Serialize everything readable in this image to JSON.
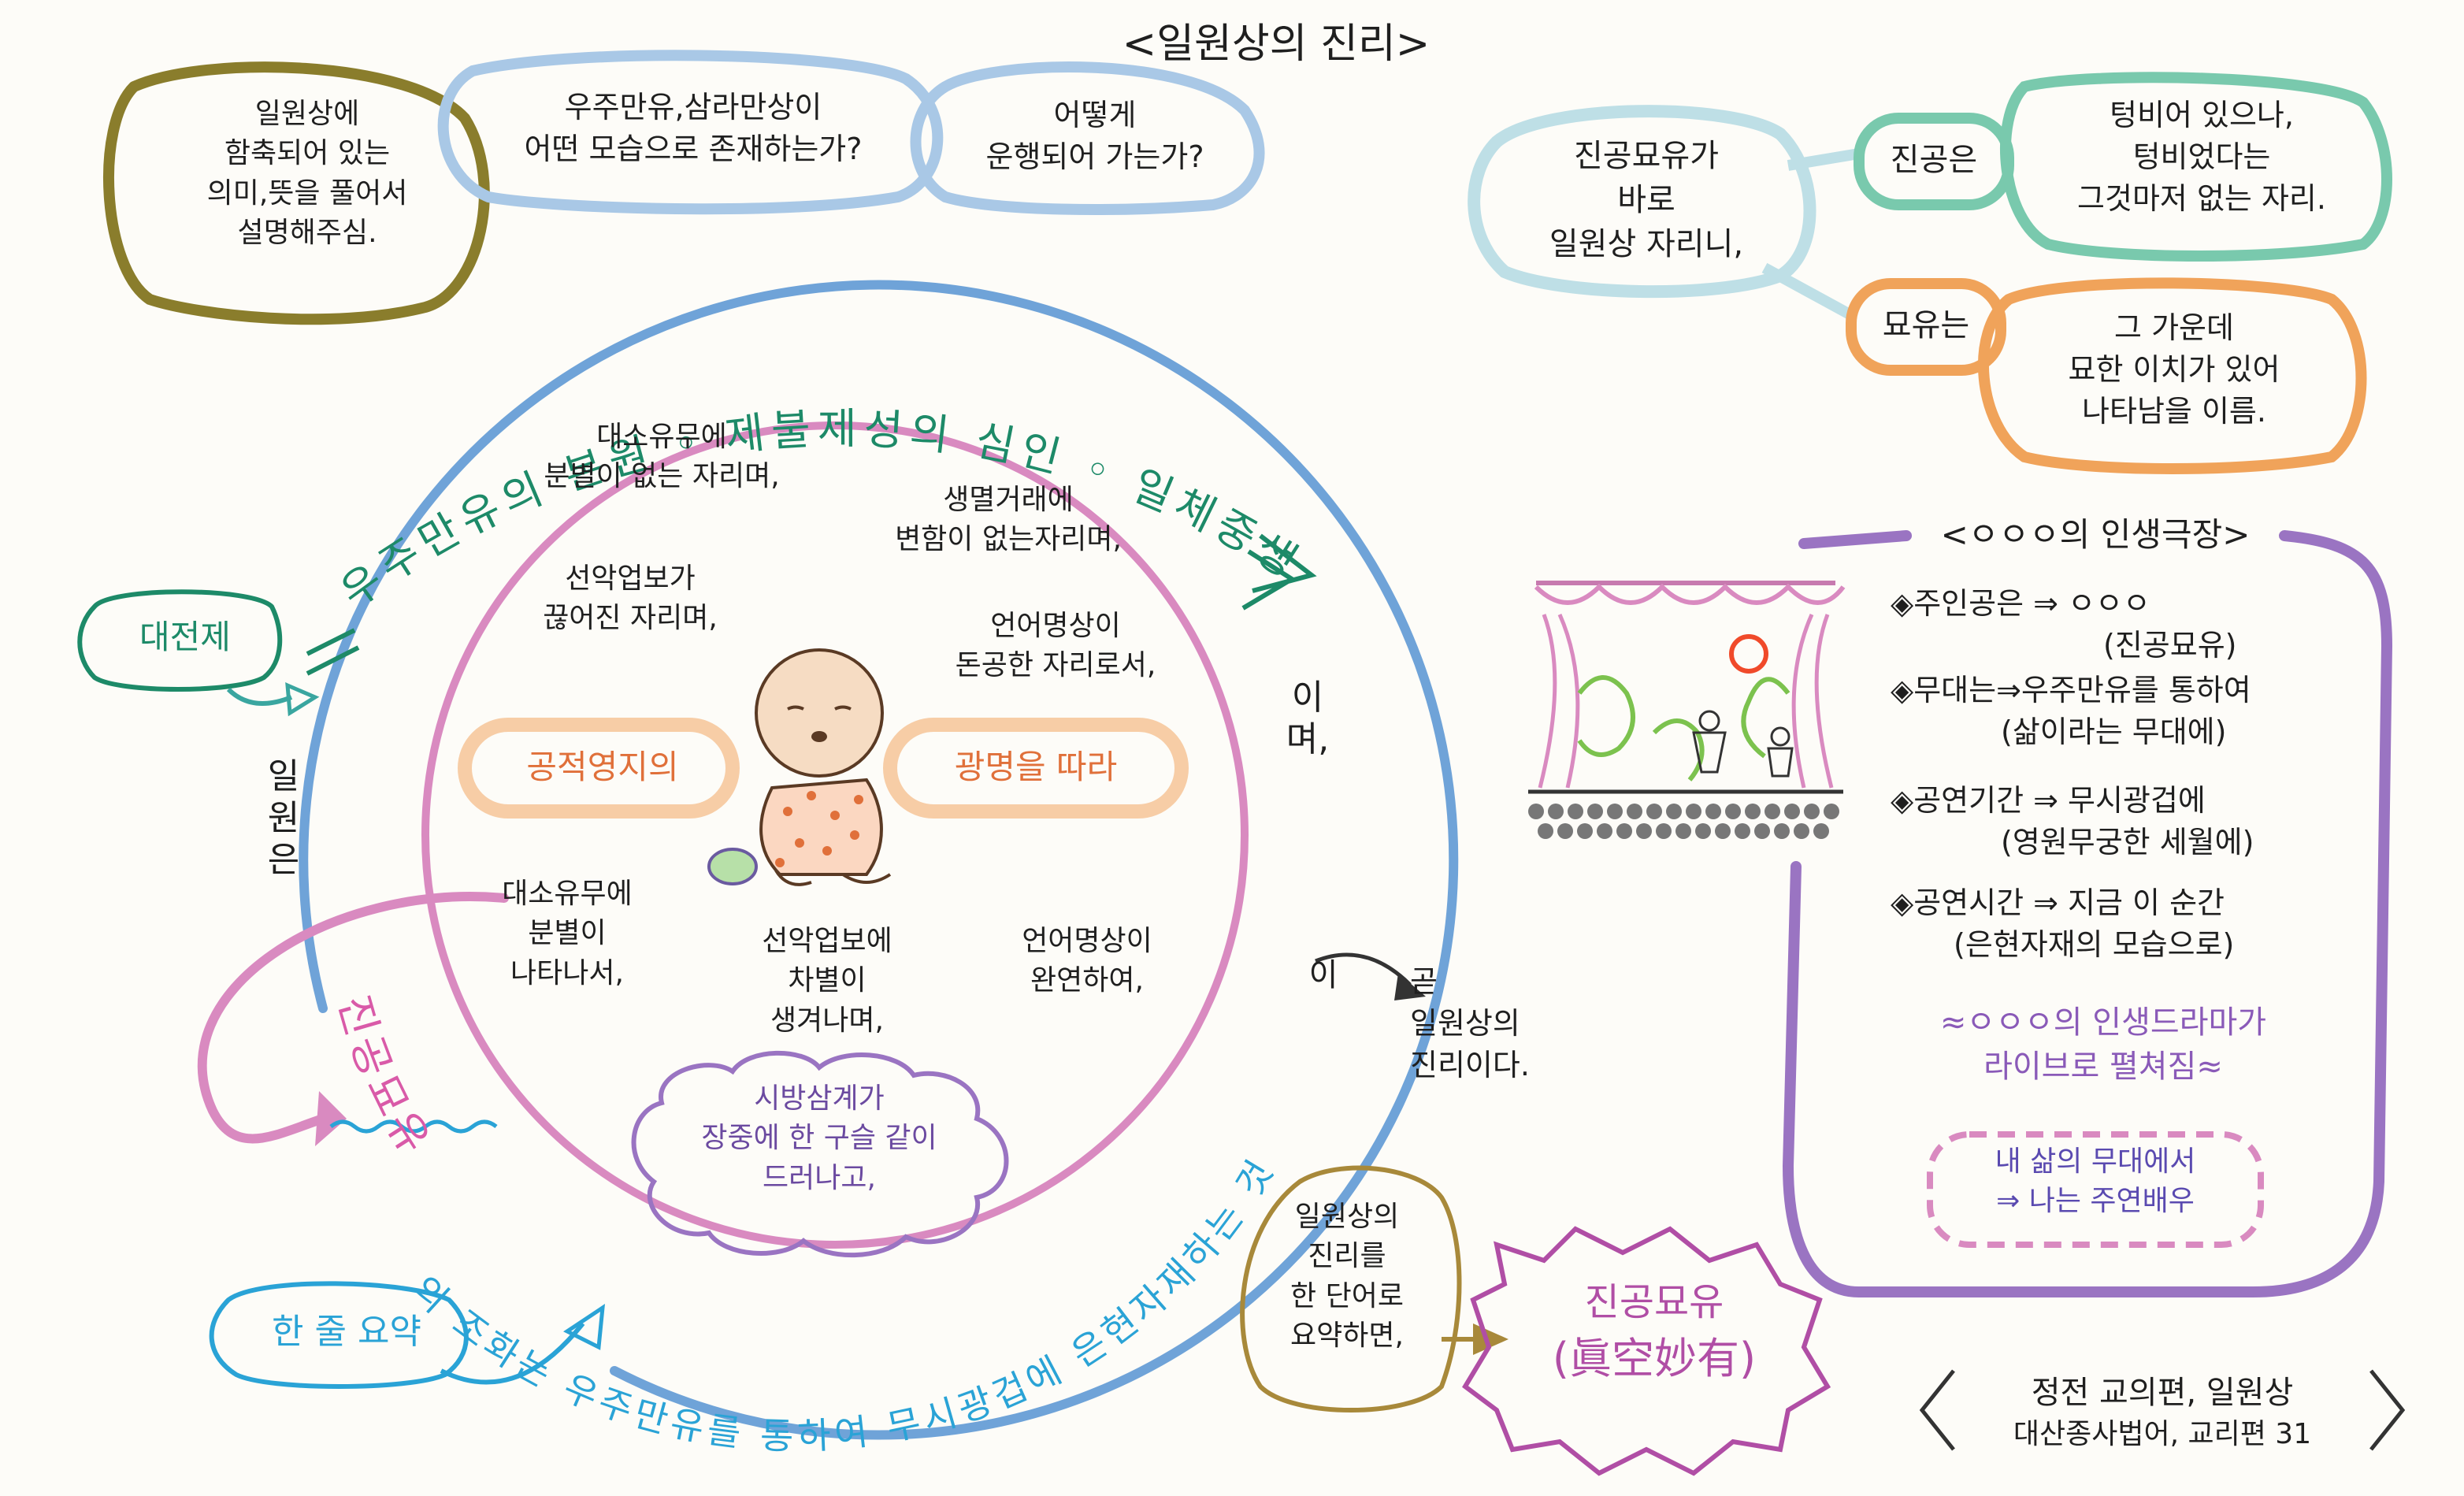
{
  "title": "<일원상의 진리>",
  "top_notes": {
    "note_olive": [
      "일원상에",
      "함축되어 있는",
      "의미,뜻을 풀어서",
      "설명해주심."
    ],
    "note_blue1": [
      "우주만유,삼라만상이",
      "어떤 모습으로 존재하는가?"
    ],
    "note_blue2": [
      "어떻게",
      "운행되어 가는가?"
    ]
  },
  "left_labels": {
    "premise": "대전제",
    "subject": "일원은",
    "summary": "한 줄 요약"
  },
  "arc_text": "우주만유의 본원 ◦ 제불제성의 심인 ◦ 일체중생의 본성",
  "arc_suffix": "이며,",
  "inner_texts": {
    "t1": [
      "대소유무에",
      "분별이 없는 자리며,"
    ],
    "t2": [
      "생멸거래에",
      "변함이 없는자리며,"
    ],
    "t3": [
      "선악업보가",
      "끊어진 자리며,"
    ],
    "t4": [
      "언어명상이",
      "돈공한 자리로서,"
    ],
    "t5": [
      "대소유무에",
      "분별이",
      "나타나서,"
    ],
    "t6": [
      "선악업보에",
      "차별이",
      "생겨나며,"
    ],
    "t7": [
      "언어명상이",
      "완연하여,"
    ]
  },
  "pill_left": "공적영지의",
  "pill_right": "광명을 따라",
  "cloud_text": [
    "시방삼계가",
    "장중에 한 구슬 같이",
    "드러나고,"
  ],
  "pink_arc": "진공묘유",
  "bottom_arc": "의 조화는 우주만유를 통하여 무시광겁에 은현자재하는 것",
  "bottom_suffix": "이",
  "conclusion": [
    "곧",
    "일원상의",
    "진리이다."
  ],
  "bottom_center": {
    "left_text": [
      "일원상의",
      "진리를",
      "한 단어로",
      "요약하면,"
    ],
    "burst_text": [
      "진공묘유",
      "(眞空妙有)"
    ]
  },
  "right_top": {
    "main": [
      "진공묘유가",
      "바로",
      "일원상 자리니,"
    ],
    "jingong_label": "진공은",
    "jingong_text": [
      "텅비어 있으나,",
      "텅비었다는",
      "그것마저 없는 자리."
    ],
    "myoyu_label": "묘유는",
    "myoyu_text": [
      "그 가운데",
      "묘한 이치가 있어",
      "나타남을 이름."
    ]
  },
  "theater": {
    "title": "<ㅇㅇㅇ의 인생극장>",
    "items": [
      {
        "label": "◈주인공은 ⇒",
        "value": "ㅇㅇㅇ",
        "sub": "(진공묘유)"
      },
      {
        "label": "◈무대는⇒우주만유를 통하여",
        "sub": "(삶이라는 무대에)"
      },
      {
        "label": "◈공연기간 ⇒ 무시광겁에",
        "sub": "(영원무궁한 세월에)"
      },
      {
        "label": "◈공연시간 ⇒ 지금 이 순간",
        "sub": "(은현자재의 모습으로)"
      }
    ],
    "drama": [
      "≈ㅇㅇㅇ의 인생드라마가",
      "라이브로 펼쳐짐≈"
    ],
    "stage_note": [
      "내 삶의 무대에서",
      "⇒ 나는 주연배우"
    ]
  },
  "source": [
    "정전 교의편, 일원상",
    "대산종사법어, 교리편 31"
  ],
  "colors": {
    "olive": "#8a7d2c",
    "blue_light": "#a9c8e6",
    "blue": "#6fa3d8",
    "green": "#1d8a68",
    "teal": "#3aa6a0",
    "pink": "#d98ac0",
    "orange": "#f0a35a",
    "orange_text": "#e0703a",
    "purple": "#9a74c2",
    "mint": "#79c9ad",
    "cyan": "#2aa3d6",
    "gold": "#a8893a",
    "magenta": "#b04ea5"
  }
}
